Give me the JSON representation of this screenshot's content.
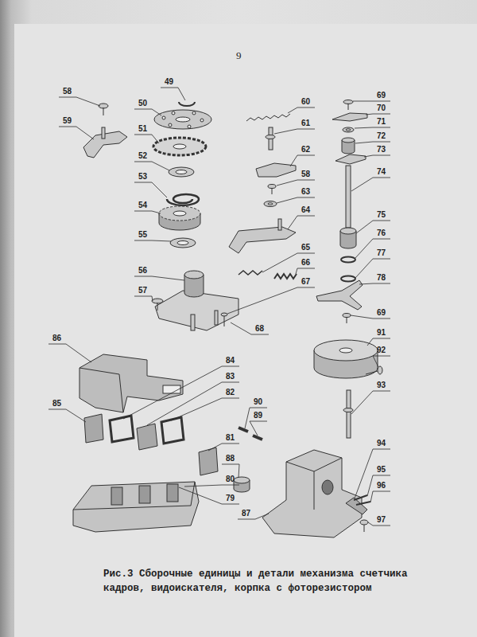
{
  "diagram": {
    "caption": "Рис.3 Сборочные единицы и детали механизма счетчика кадров, видоискателя, корпка с фоторезистором",
    "labels": [
      "9",
      "49",
      "58",
      "50",
      "59",
      "51",
      "52",
      "53",
      "54",
      "55",
      "56",
      "57",
      "60",
      "61",
      "62",
      "58",
      "63",
      "64",
      "65",
      "66",
      "67",
      "68",
      "69",
      "70",
      "71",
      "72",
      "73",
      "74",
      "75",
      "76",
      "77",
      "78",
      "69",
      "91",
      "92",
      "93",
      "94",
      "95",
      "96",
      "97",
      "86",
      "84",
      "83",
      "82",
      "85",
      "90",
      "89",
      "81",
      "88",
      "80",
      "79",
      "87"
    ]
  }
}
